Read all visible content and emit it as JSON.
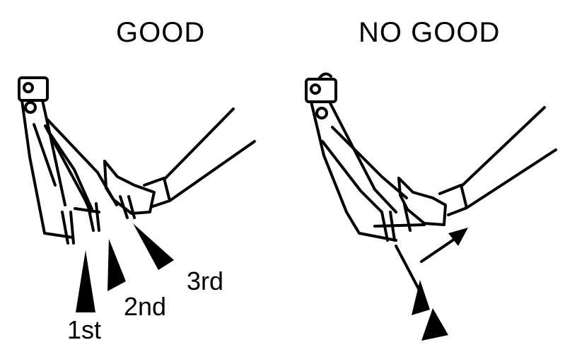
{
  "panels": {
    "good": {
      "title": "GOOD",
      "steps": [
        "1st",
        "2nd",
        "3rd"
      ]
    },
    "no_good": {
      "title": "NO GOOD"
    }
  },
  "colors": {
    "ink": "#000000",
    "paper": "#ffffff"
  }
}
